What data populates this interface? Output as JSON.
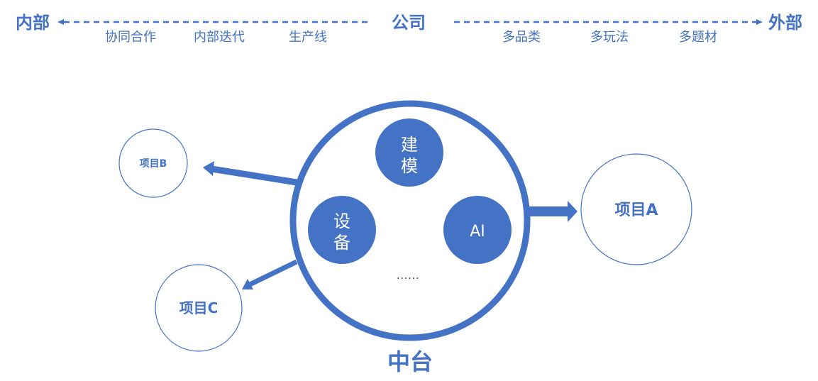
{
  "scale": {
    "left_label": "内部",
    "center_label": "公司",
    "right_label": "外部",
    "internal_items": [
      "协同合作",
      "内部迭代",
      "生产线"
    ],
    "external_items": [
      "多品类",
      "多玩法",
      "多题材"
    ]
  },
  "hub": {
    "title": "中台",
    "modules": {
      "modeling": [
        "建",
        "模"
      ],
      "equipment": [
        "设",
        "备"
      ],
      "ai": "AI"
    },
    "more": "......"
  },
  "projects": {
    "a": "项目A",
    "b": "项目B",
    "c": "项目C"
  },
  "colors": {
    "accent": "#4472c4",
    "background": "#ffffff"
  }
}
